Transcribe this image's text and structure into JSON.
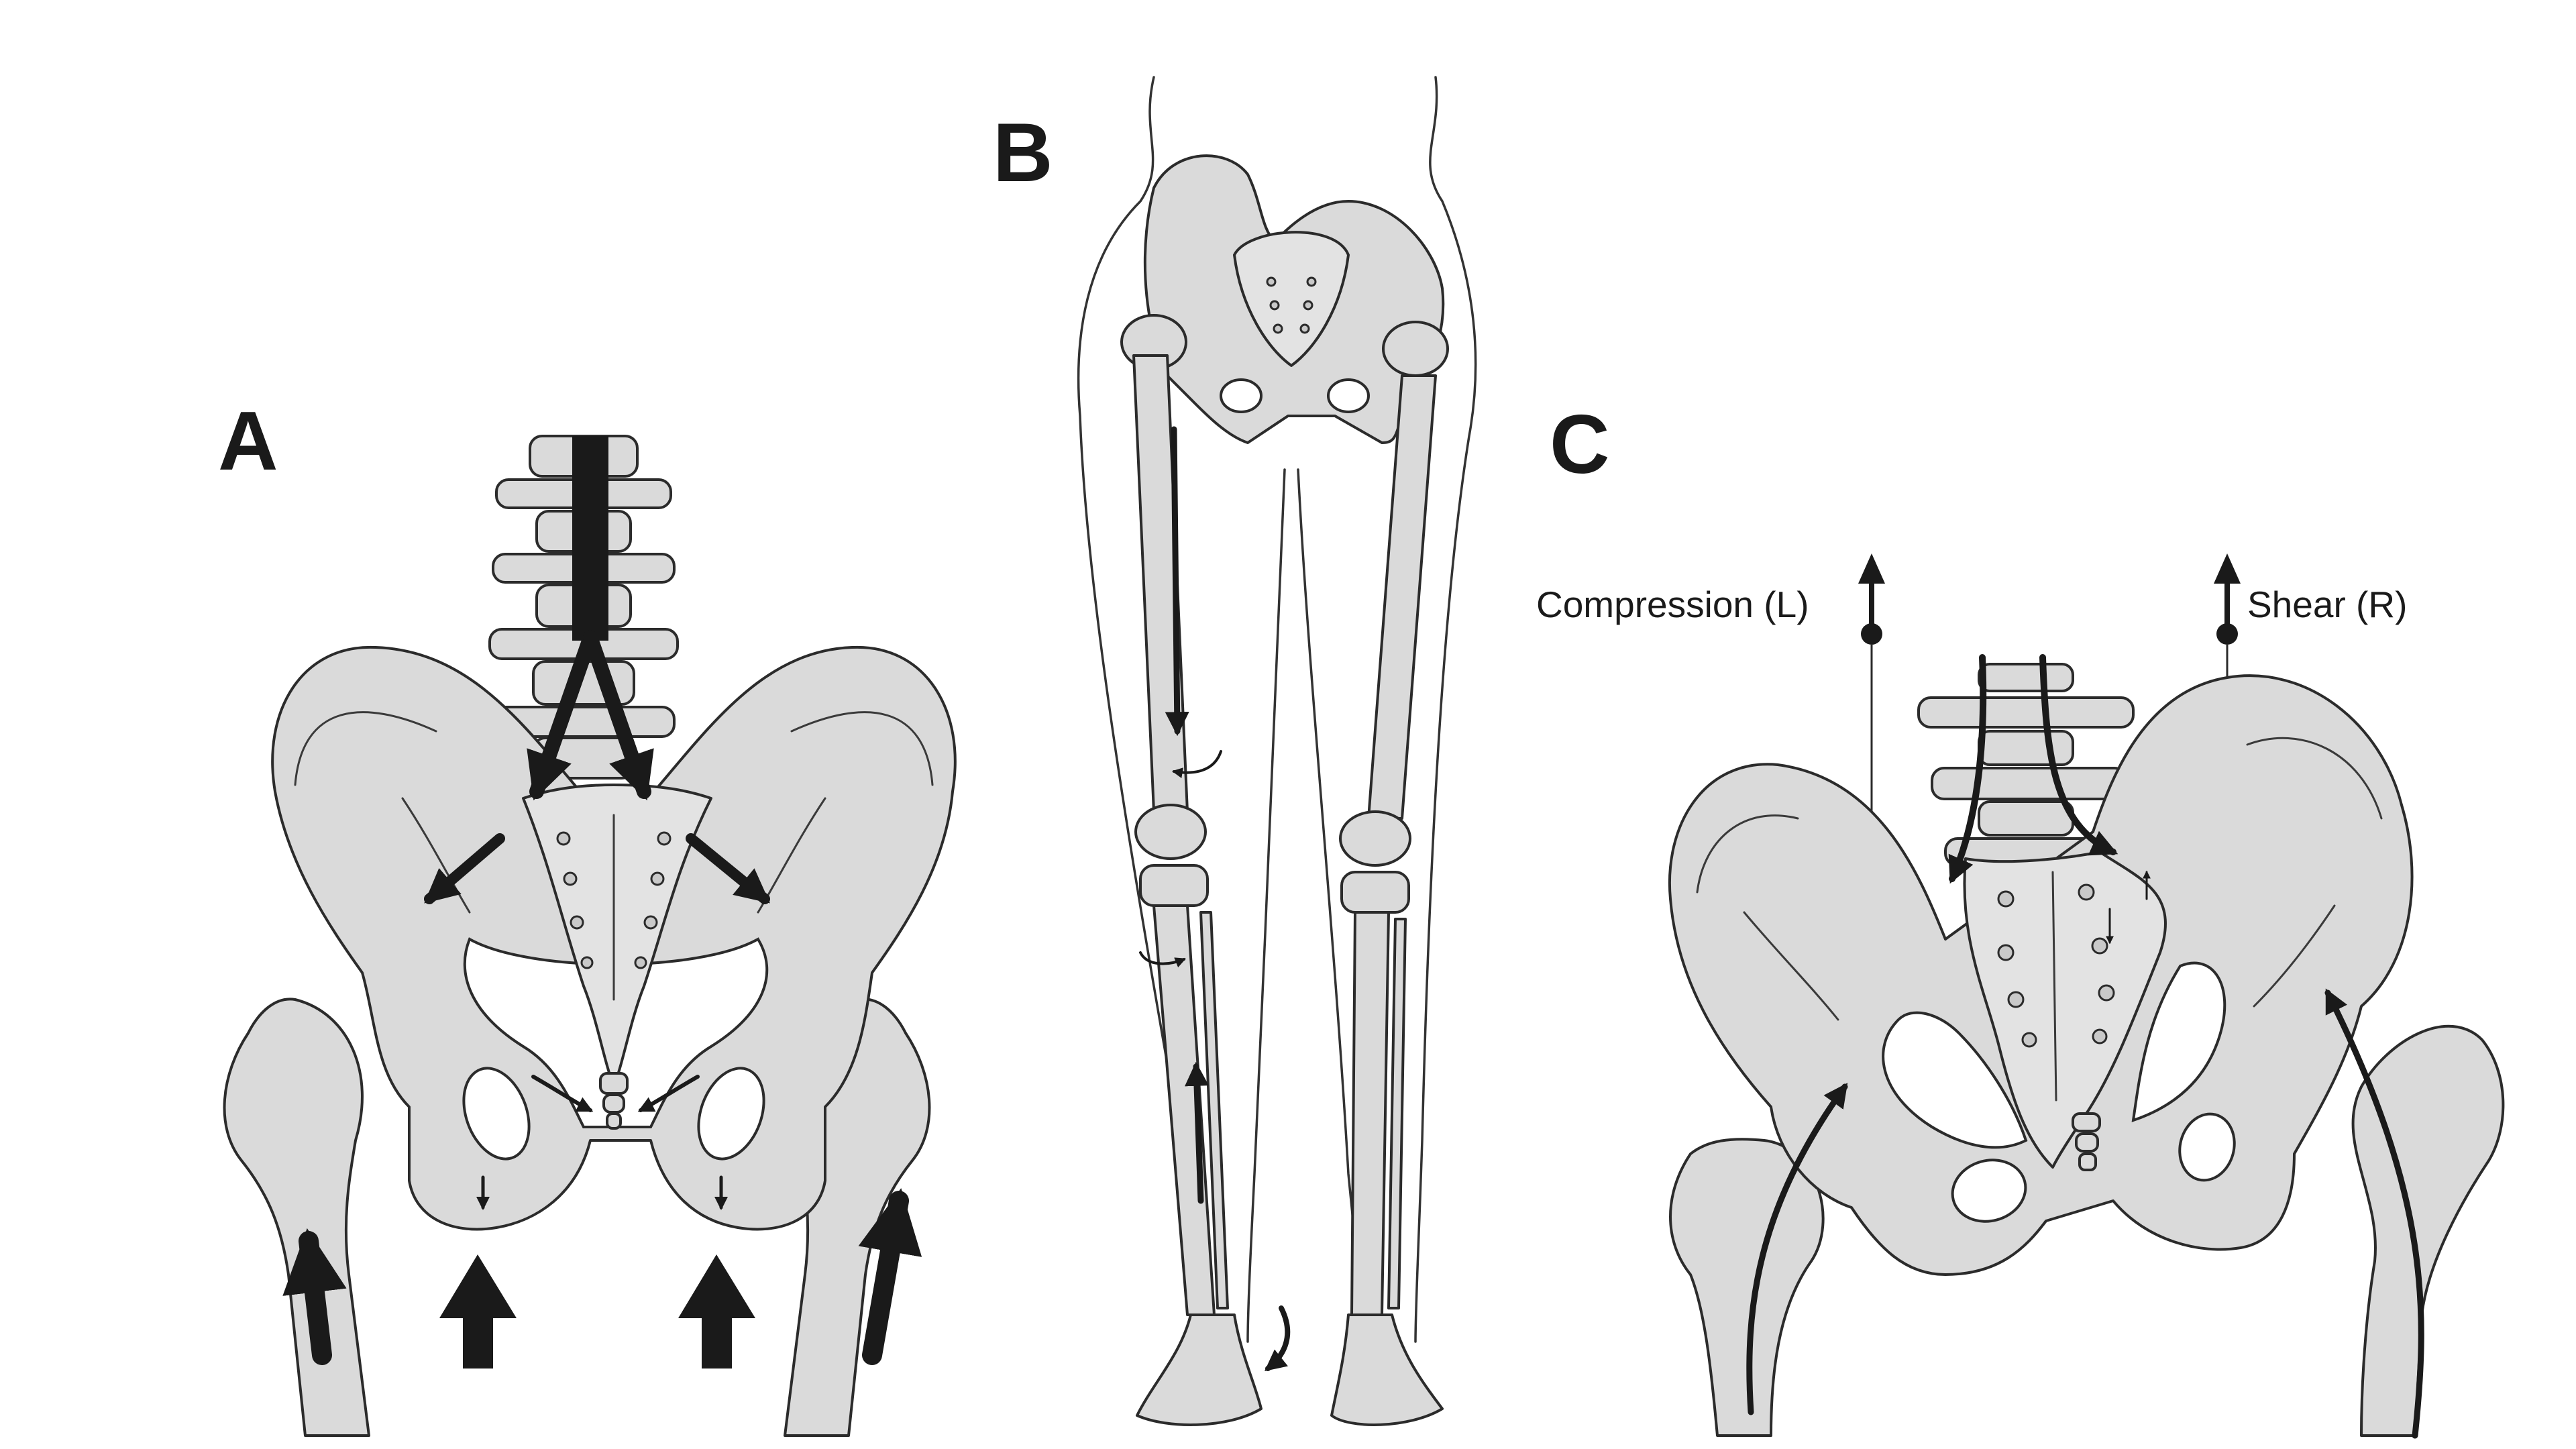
{
  "panels": {
    "a": {
      "letter": "A"
    },
    "b": {
      "letter": "B"
    },
    "c": {
      "letter": "C",
      "compression_label": "Compression (L)",
      "shear_label": "Shear (R)"
    }
  },
  "colors": {
    "bone_fill": "#dadada",
    "outline": "#2b2b2b",
    "arrow": "#1a1a1a",
    "background": "#ffffff"
  }
}
